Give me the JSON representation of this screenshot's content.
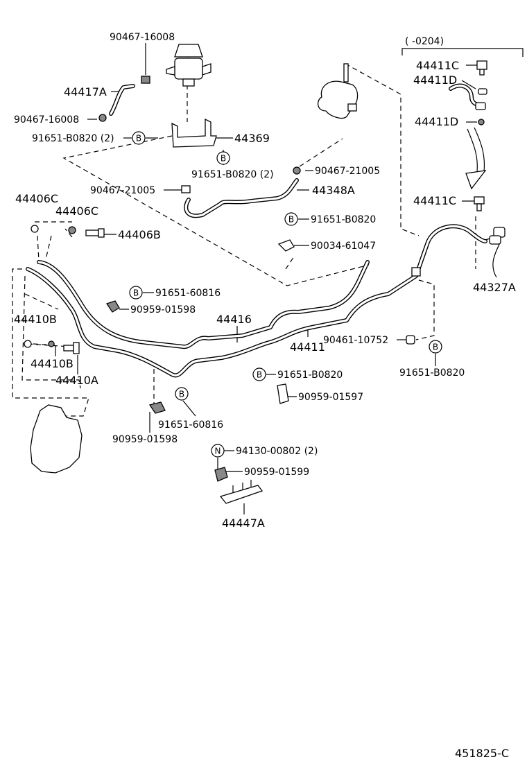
{
  "labels": {
    "p90467_16008_top": "90467-16008",
    "p44417A": "44417A",
    "p90467_16008_left": "90467-16008",
    "p91651_B0820_2_a": "91651-B0820 (2)",
    "p44369": "44369",
    "p91651_B0820_2_b": "91651-B0820 (2)",
    "p90467_21005_a": "90467-21005",
    "p90467_21005_b": "90467-21005",
    "p44348A": "44348A",
    "p44406C_a": "44406C",
    "p44406C_b": "44406C",
    "p44406B": "44406B",
    "p91651_B0820_a": "91651-B0820",
    "p90034_61047": "90034-61047",
    "p91651_60816_a": "91651-60816",
    "p90959_01598_a": "90959-01598",
    "p44416": "44416",
    "p44411": "44411",
    "p90461_10752": "90461-10752",
    "p91651_B0820_b": "91651-B0820",
    "p44410B_a": "44410B",
    "p44410B_b": "44410B",
    "p44410A": "44410A",
    "p91651_B0820_c": "91651-B0820",
    "p90959_01597": "90959-01597",
    "p91651_60816_b": "91651-60816",
    "p90959_01598_b": "90959-01598",
    "p94130_00802_2": "94130-00802 (2)",
    "p90959_01599": "90959-01599",
    "p44447A": "44447A",
    "range": "(      -0204)",
    "p44411C_a": "44411C",
    "p44411D_a": "44411D",
    "p44411D_b": "44411D",
    "p44411C_b": "44411C",
    "p44327A": "44327A",
    "figure_code": "451825-C"
  },
  "markers": {
    "b": "B",
    "n": "N"
  }
}
